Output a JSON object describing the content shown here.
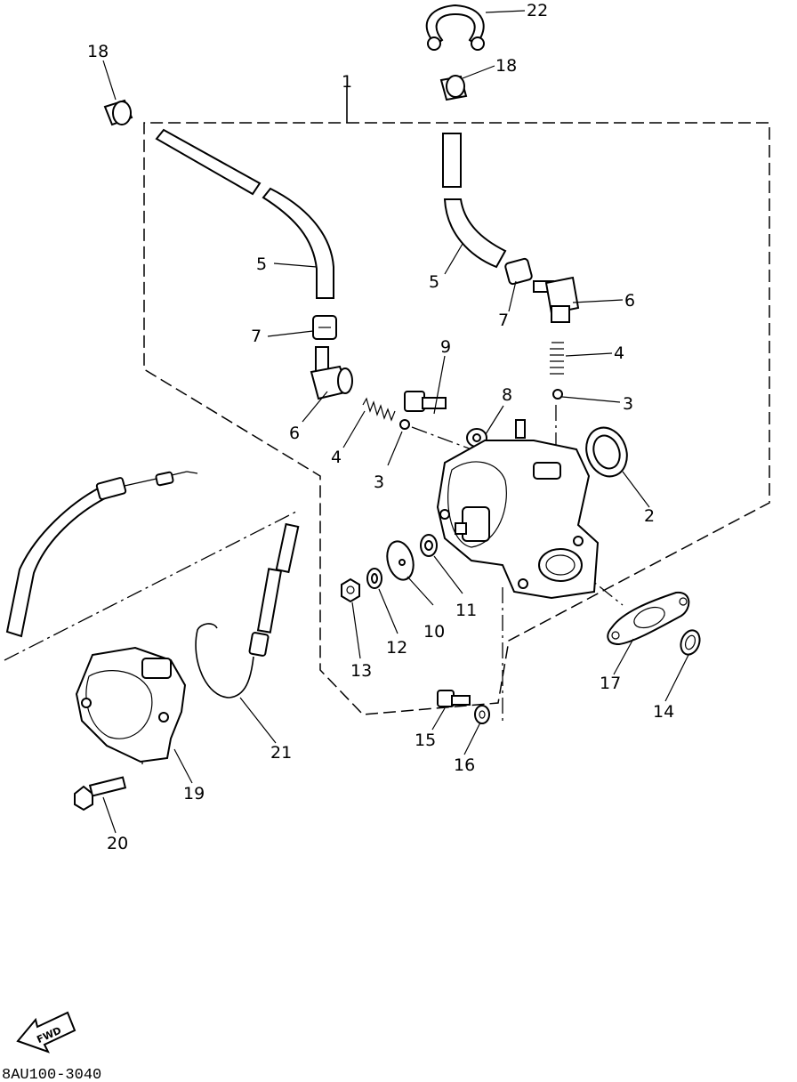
{
  "diagram": {
    "part_number": "8AU100-3040",
    "fwd_label": "FWD",
    "callouts": {
      "c1": "1",
      "c2": "2",
      "c3a": "3",
      "c3b": "3",
      "c4a": "4",
      "c4b": "4",
      "c5a": "5",
      "c5b": "5",
      "c6a": "6",
      "c6b": "6",
      "c7a": "7",
      "c7b": "7",
      "c8": "8",
      "c9": "9",
      "c10": "10",
      "c11": "11",
      "c12": "12",
      "c13": "13",
      "c14": "14",
      "c15": "15",
      "c16": "16",
      "c17": "17",
      "c18a": "18",
      "c18b": "18",
      "c19": "19",
      "c20": "20",
      "c21": "21",
      "c22": "22"
    }
  }
}
